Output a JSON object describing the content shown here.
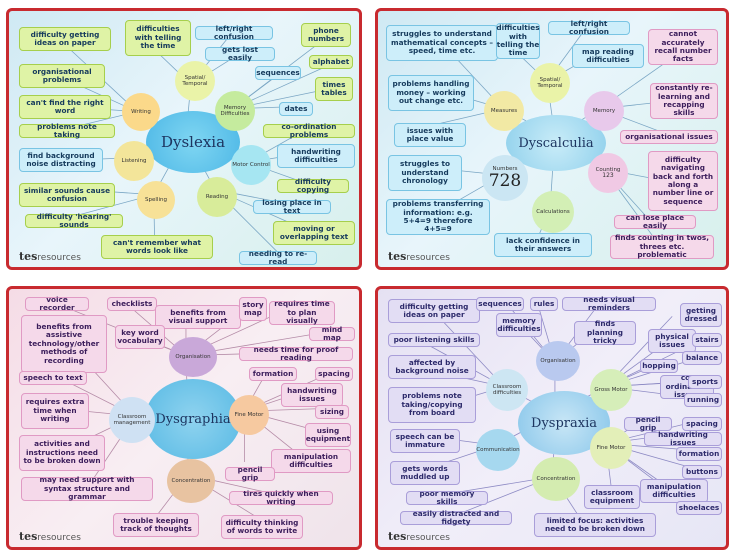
{
  "brand": {
    "logo": "tes",
    "suffix": "resources"
  },
  "dyslexia": {
    "title": "Dyslexia",
    "nodes": [
      "Writing",
      "Spatial/ Temporal",
      "Memory Difficulties",
      "Motor Control",
      "Reading",
      "Spelling",
      "Listening"
    ],
    "boxes": [
      "difficulty getting ideas on paper",
      "difficulties with telling the time",
      "left/right confusion",
      "phone numbers",
      "gets lost easily",
      "alphabet",
      "organisational problems",
      "sequences",
      "times tables",
      "can't find the right word",
      "dates",
      "problems note taking",
      "co-ordination problems",
      "find background noise distracting",
      "handwriting difficulties",
      "difficulty copying",
      "similar sounds cause confusion",
      "losing place in text",
      "difficulty 'hearing' sounds",
      "moving or overlapping text",
      "can't remember what words look like",
      "needing to re-read"
    ]
  },
  "dyscalculia": {
    "title": "Dyscalculia",
    "nodes": [
      "Spatial/ Temporal",
      "Measures",
      "Memory",
      "Numbers",
      "Counting",
      "Calculations"
    ],
    "numbers_glyph": "728",
    "counting_glyph": "123",
    "boxes": [
      "struggles to understand mathematical concepts – speed, time etc.",
      "difficulties with telling the time",
      "left/right confusion",
      "cannot accurately recall number facts",
      "map reading difficulties",
      "problems handling money – working out change etc.",
      "constantly re-learning and recapping skills",
      "issues with place value",
      "organisational issues",
      "struggles to understand chronology",
      "difficulty navigating back and forth along a number line or sequence",
      "problems transferring information: e.g. 5+4=9 therefore 4+5=9",
      "can lose place easily",
      "lack confidence in their answers",
      "finds counting in twos, threes etc. problematic"
    ]
  },
  "dysgraphia": {
    "title": "Dysgraphia",
    "nodes": [
      "Organisation",
      "Classroom management",
      "Fine Motor",
      "Concentration"
    ],
    "boxes": [
      "voice recorder",
      "checklists",
      "benefits from visual support",
      "story map",
      "requires time to plan visually",
      "benefits from assistive technology/other methods of recording",
      "key word vocabulary",
      "mind map",
      "needs time for proof reading",
      "speech to text",
      "formation",
      "spacing",
      "handwriting issues",
      "requires extra time when writing",
      "sizing",
      "activities and instructions need to be broken down",
      "using equipment",
      "manipulation difficulties",
      "pencil grip",
      "may need support with syntax structure and grammar",
      "tires quickly when writing",
      "trouble keeping track of thoughts",
      "difficulty thinking of words to write"
    ]
  },
  "dyspraxia": {
    "title": "Dyspraxia",
    "nodes": [
      "Organisation",
      "Classroom difficulties",
      "Gross Motor",
      "Communication",
      "Fine Motor",
      "Concentration"
    ],
    "boxes": [
      "difficulty getting ideas on paper",
      "sequences",
      "rules",
      "needs visual reminders",
      "memory difficulties",
      "getting dressed",
      "poor listening skills",
      "finds planning tricky",
      "physical issues",
      "stairs",
      "affected by background noise",
      "balance",
      "hopping",
      "co-ordination issues",
      "sports",
      "problems note taking/copying from board",
      "running",
      "speech can be immature",
      "pencil grip",
      "spacing",
      "handwriting issues",
      "gets words muddled up",
      "formation",
      "buttons",
      "classroom equipment",
      "manipulation difficulties",
      "poor memory skills",
      "shoelaces",
      "easily distracted and fidgety",
      "limited focus: activities need to be broken down"
    ]
  }
}
